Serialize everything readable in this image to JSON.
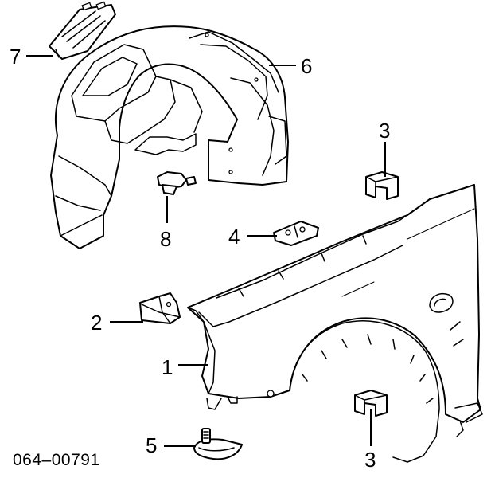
{
  "diagram": {
    "callouts": [
      {
        "id": "callout-7",
        "label": "7"
      },
      {
        "id": "callout-6",
        "label": "6"
      },
      {
        "id": "callout-3-top",
        "label": "3"
      },
      {
        "id": "callout-8",
        "label": "8"
      },
      {
        "id": "callout-4",
        "label": "4"
      },
      {
        "id": "callout-2",
        "label": "2"
      },
      {
        "id": "callout-1",
        "label": "1"
      },
      {
        "id": "callout-5",
        "label": "5"
      },
      {
        "id": "callout-3-bottom",
        "label": "3"
      }
    ],
    "reference_code": "064–00791"
  }
}
